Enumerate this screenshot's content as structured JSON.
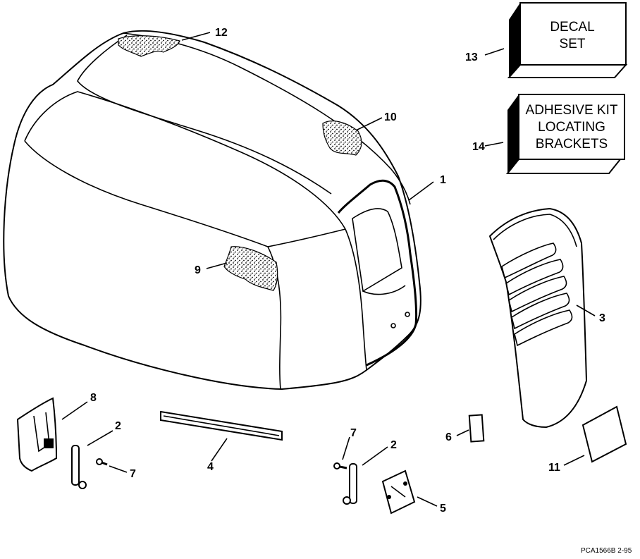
{
  "callouts": {
    "c1": "1",
    "c2a": "2",
    "c2b": "2",
    "c3": "3",
    "c4": "4",
    "c5": "5",
    "c6": "6",
    "c7a": "7",
    "c7b": "7",
    "c8": "8",
    "c9": "9",
    "c10": "10",
    "c11": "11",
    "c12": "12",
    "c13": "13",
    "c14": "14"
  },
  "boxes": {
    "decal": [
      "DECAL",
      "SET"
    ],
    "adhesive": [
      "ADHESIVE KIT",
      "LOCATING",
      "BRACKETS"
    ]
  },
  "reference": "PCA1566B  2-95"
}
